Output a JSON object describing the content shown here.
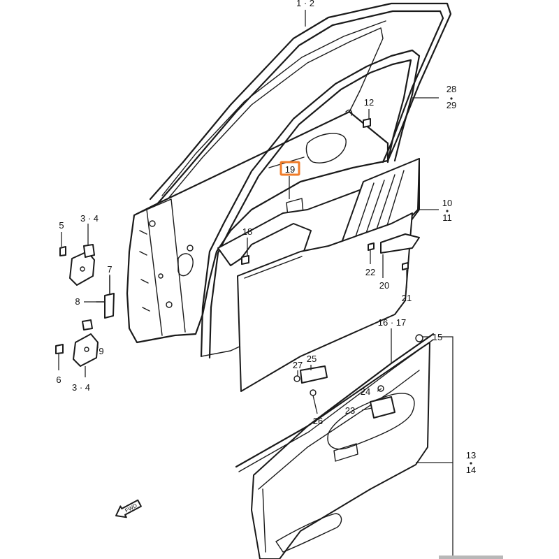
{
  "callouts": {
    "c1_2": "1 · 2",
    "c28_29": [
      "28",
      "29"
    ],
    "c12": "12",
    "c19": "19",
    "c10_11": [
      "10",
      "11"
    ],
    "c18": "18",
    "c22": "22",
    "c20": "20",
    "c21": "21",
    "c5": "5",
    "c3_4_top": "3 · 4",
    "c7": "7",
    "c8": "8",
    "c9": "9",
    "c6": "6",
    "c3_4_bot": "3 · 4",
    "c16_17": "16 · 17",
    "c15": "15",
    "c27": "27",
    "c25": "25",
    "c24": "24",
    "c23": "23",
    "c26": "26",
    "c13_14": [
      "13",
      "14"
    ]
  },
  "fwd_label": "FWD",
  "highlight_color": "#f07c2a"
}
